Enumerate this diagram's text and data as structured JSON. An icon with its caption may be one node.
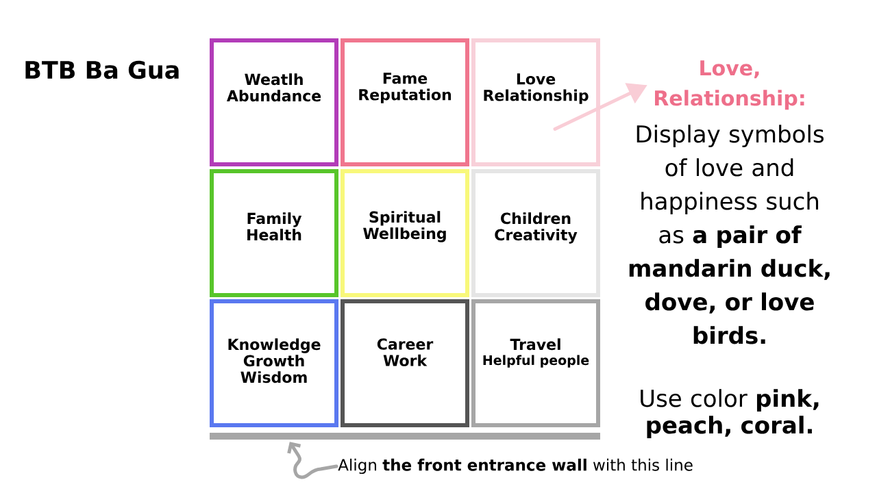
{
  "diagram": {
    "title": "BTB Ba Gua",
    "nodes": [
      {
        "text": [
          "Weatlh Abundance"
        ]
      },
      {
        "text": [
          "Fame Reputation"
        ]
      },
      {
        "text": [
          "Love Relationship"
        ]
      },
      {
        "text": [
          "Family Health"
        ]
      },
      {
        "text": [
          "Spiritual Wellbeing"
        ]
      },
      {
        "text": [
          "Children Creativity"
        ]
      },
      {
        "text": [
          "Knowledge Growth Wisdom"
        ]
      },
      {
        "text": [
          "Career Work"
        ]
      },
      {
        "text": [
          "Travel",
          "Helpful people"
        ]
      },
      {
        "text": [
          "Love, Relationship:",
          "Display symbols of love and happiness such as **a pair of mandarin duck, dove, or love birds.**",
          "Use color **pink, peach, coral.**"
        ]
      },
      {
        "text": [],
        "shape": "bar"
      },
      {
        "text": [
          "Align **the front entrance wall** with this line"
        ]
      }
    ],
    "edges": [
      {
        "from": 2,
        "to": 9,
        "arrow": "to",
        "color": "#f9cdd6"
      },
      {
        "from": 11,
        "to": 10,
        "arrow": "to",
        "color": "#a6a6a6"
      }
    ]
  }
}
